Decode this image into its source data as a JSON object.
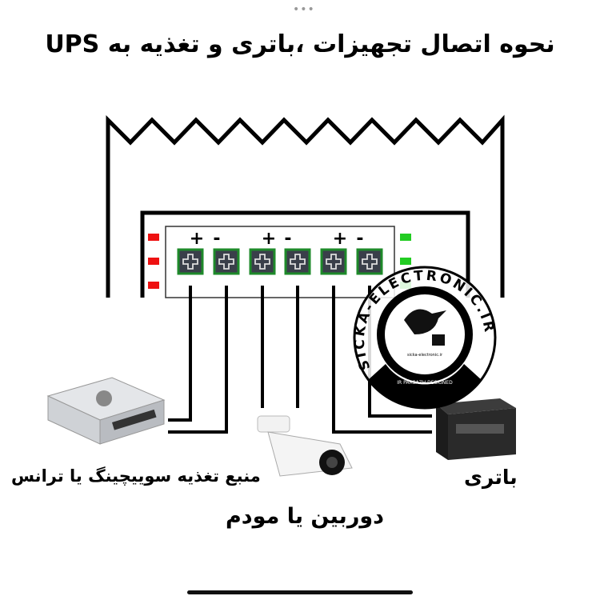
{
  "title": "نحوه اتصال تجهیزات ،باتری و تغذیه به UPS",
  "top_indicator": "•••",
  "terminal_polarity": [
    "+",
    "-",
    "+",
    "-",
    "+",
    "-"
  ],
  "labels": {
    "power_supply": "منبع تغذیه سوییچینگ یا ترانس",
    "camera": "دوربین یا مودم",
    "battery": "باتری"
  },
  "watermark": {
    "ring_text": "SICKA-ELECTRONIC.IR",
    "band_text": "IR PARSAZH DESIGNED",
    "site": "sicka-electronic.ir"
  },
  "colors": {
    "red_led": "#ee1111",
    "green_led": "#22cc22",
    "terminal_fill": "#3a3f4a",
    "terminal_border": "#1e8a2a"
  }
}
